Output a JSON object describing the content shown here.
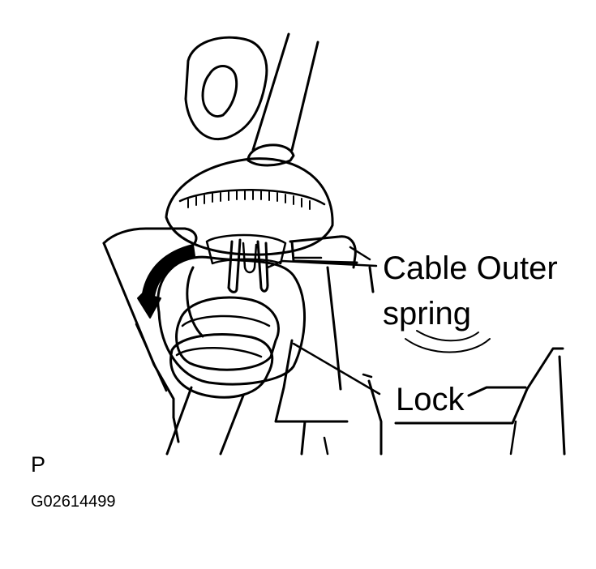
{
  "labels": {
    "cable_outer_line1": "Cable Outer",
    "cable_outer_line2": "spring",
    "lock": "Lock",
    "view_letter": "P",
    "figure_code": "G02614499"
  },
  "colors": {
    "ink": "#000000",
    "background": "#ffffff"
  },
  "icons": {
    "rotation_arrow": "curved-arrow-counterclockwise-icon"
  }
}
